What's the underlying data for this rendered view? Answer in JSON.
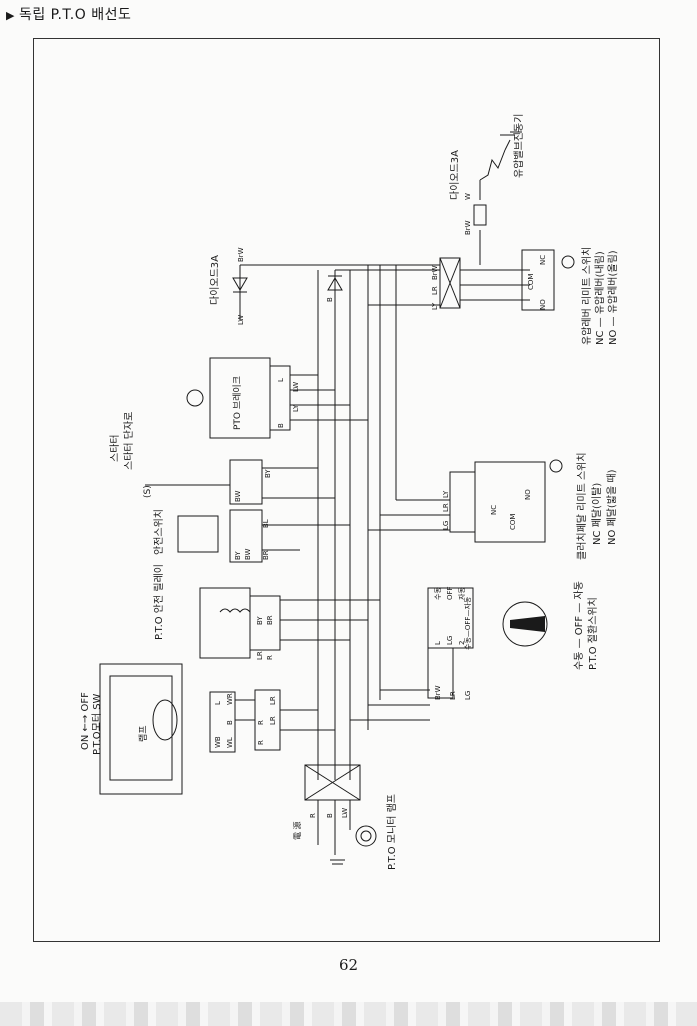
{
  "header": {
    "marker": "▶",
    "title": "독립 P.T.O 배선도"
  },
  "page_number": "62",
  "diagram": {
    "pto_monitor_sw": {
      "title": "P.T.O모터 SW",
      "state": "ON ←→ OFF",
      "lamp": "램프",
      "pins_left": [
        "WB",
        "WL"
      ],
      "pins_right": [
        "L",
        "WR",
        "B"
      ]
    },
    "pto_monitor_lamp": {
      "title": "P.T.O 모니터 램프"
    },
    "main_connector": {
      "wires": [
        "R",
        "B",
        "LW"
      ],
      "left_label": "電 源"
    },
    "aux_connector": {
      "pins_left": [
        "R",
        "R"
      ],
      "pins_right": [
        "LR",
        "LR"
      ]
    },
    "pto_relay": {
      "title": "P.T.O 안전 릴레이",
      "pins": [
        "LR",
        "R",
        "BY",
        "BR"
      ]
    },
    "safety_switch": {
      "title": "안전스위치",
      "pins": [
        "BY",
        "BW",
        "BL",
        "BR"
      ]
    },
    "starter": {
      "title": "스타터",
      "terminal": "스타터 단자로",
      "s_label": "(S)",
      "pins": [
        "BW",
        "BY"
      ]
    },
    "pto_brake": {
      "title": "PTO 브레이크",
      "pins": [
        "L",
        "LW",
        "LY",
        "B"
      ]
    },
    "diode_left": {
      "title": "다이오드3A",
      "wires": [
        "LW",
        "BrW"
      ]
    },
    "diode_mid": {
      "wire": "B"
    },
    "main_harness": {
      "pins": [
        "LY",
        "LR",
        "BrW"
      ]
    },
    "diode_right": {
      "title": "다이오드3A",
      "wires": [
        "BrW",
        "W"
      ]
    },
    "hydraulic_vibrator": {
      "title": "유압밸브진동기"
    },
    "hydraulic_limit_switch": {
      "title": "유압레버 리미트 스위치",
      "nc_note": "NC — 유압레버(내림)",
      "no_note": "NO — 유압레버(올림)",
      "pins": [
        "NC",
        "COM",
        "NO"
      ]
    },
    "clutch_pedal": {
      "title": "클러치페달 리미트 스위치",
      "nc_note": "NC 페달(이탈)",
      "no_note": "NO 페달(밟을 때)",
      "pins": [
        "LG",
        "LR",
        "LY"
      ],
      "contacts": [
        "NC",
        "COM",
        "NO"
      ]
    },
    "mode_switch": {
      "title": "P.T.O 절환스위치",
      "subtitle": "수동 — OFF — 자동",
      "positions": [
        "수동",
        "OFF",
        "자동"
      ],
      "pins": [
        "BrW",
        "LR",
        "LG"
      ],
      "terminals": [
        "L",
        "LG",
        "2"
      ],
      "legend": "수동—OFF—자동"
    }
  }
}
